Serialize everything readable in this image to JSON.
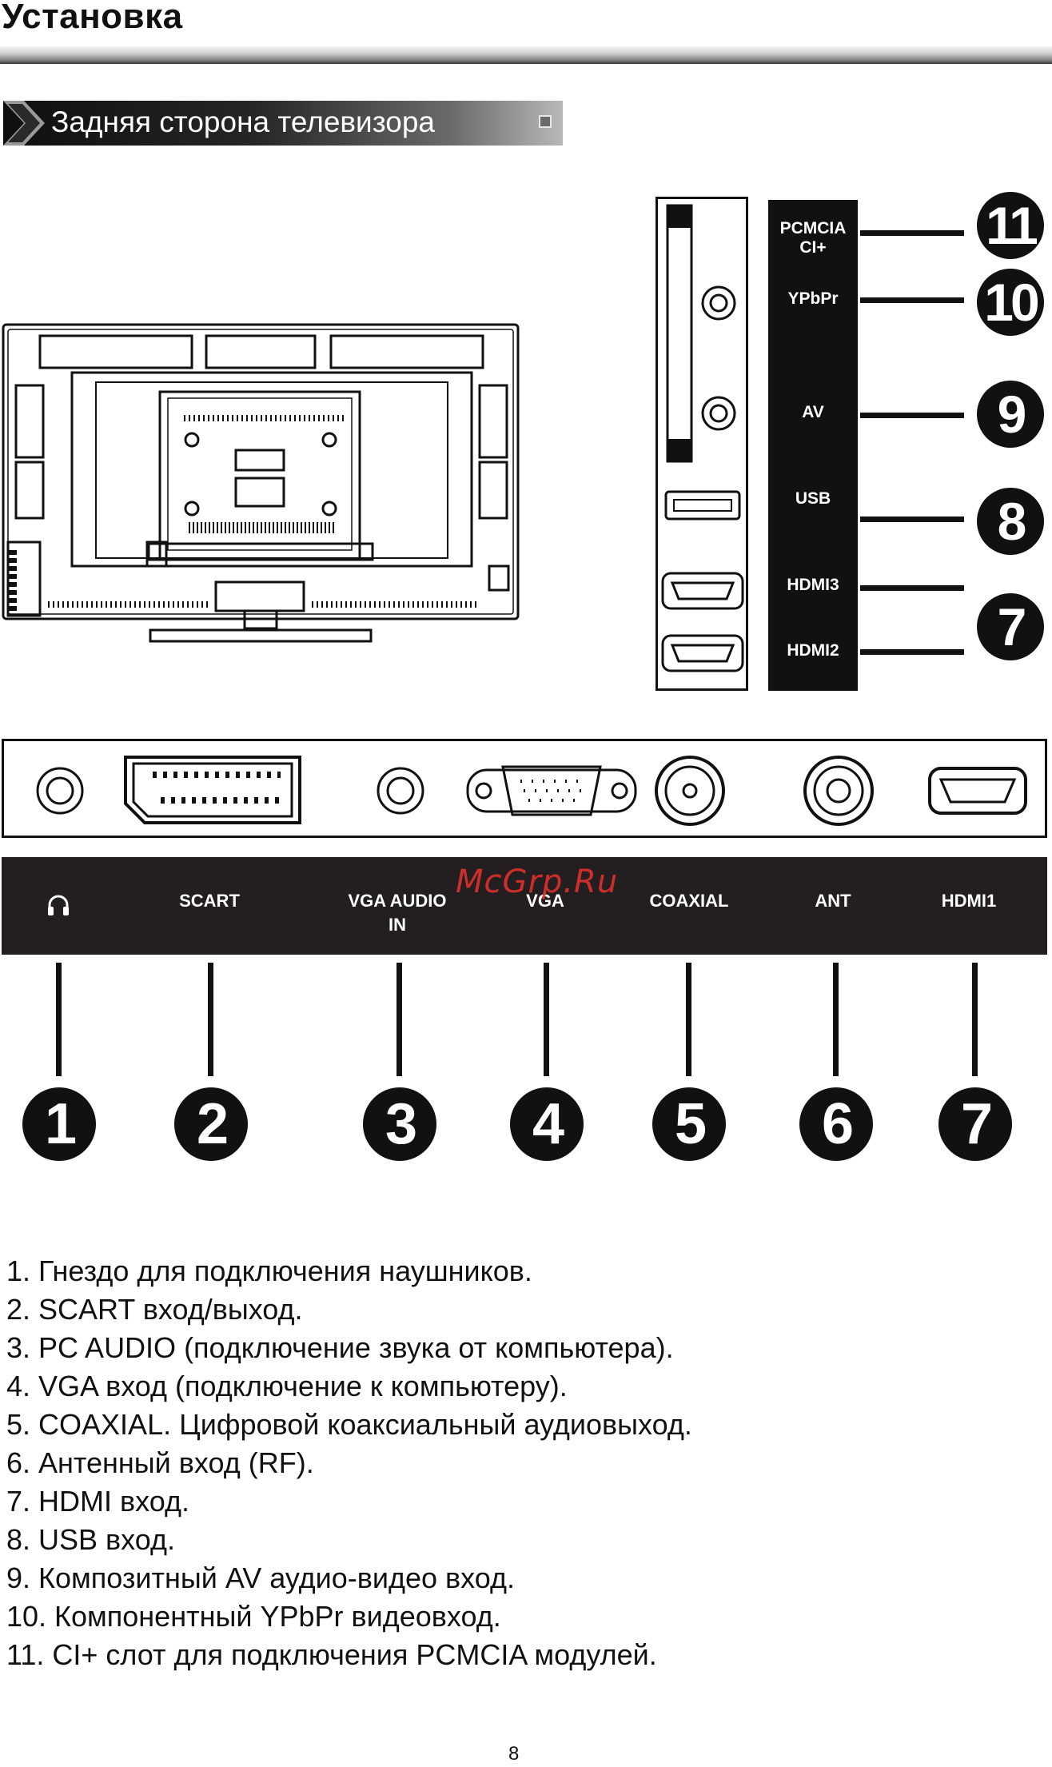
{
  "page": {
    "title": "Установка",
    "section_title": "Задняя сторона телевизора",
    "page_number": "8",
    "watermark": "McGrp.Ru"
  },
  "side_panel": {
    "labels": [
      {
        "text": "PCMCIA\nCI+",
        "number": "11"
      },
      {
        "text": "YPbPr",
        "number": "10"
      },
      {
        "text": "AV",
        "number": "9"
      },
      {
        "text": "USB",
        "number": "8"
      },
      {
        "text": "HDMI3",
        "number": ""
      },
      {
        "text": "HDMI2",
        "number": "7"
      }
    ]
  },
  "bottom_panel": {
    "labels": [
      {
        "text": "headphone-icon",
        "number": "1"
      },
      {
        "text": "SCART",
        "number": "2"
      },
      {
        "text": "VGA AUDIO\nIN",
        "number": "3"
      },
      {
        "text": "VGA",
        "number": "4"
      },
      {
        "text": "COAXIAL",
        "number": "5"
      },
      {
        "text": "ANT",
        "number": "6"
      },
      {
        "text": "HDMI1",
        "number": "7"
      }
    ]
  },
  "descriptions": [
    "1. Гнездо для подключения наушников.",
    "2. SCART вход/выход.",
    "3. PC AUDIO (подключение звука от компьютера).",
    "4. VGA вход (подключение к компьютеру).",
    "5. COAXIAL. Цифровой коаксиальный аудиовыход.",
    "6. Антенный вход (RF).",
    "7. HDMI вход.",
    "8. USB вход.",
    "9. Композитный AV аудио-видео вход.",
    "10. Компонентный YPbPr видеовход.",
    "11. CI+ слот для подключения PCMCIA модулей."
  ]
}
